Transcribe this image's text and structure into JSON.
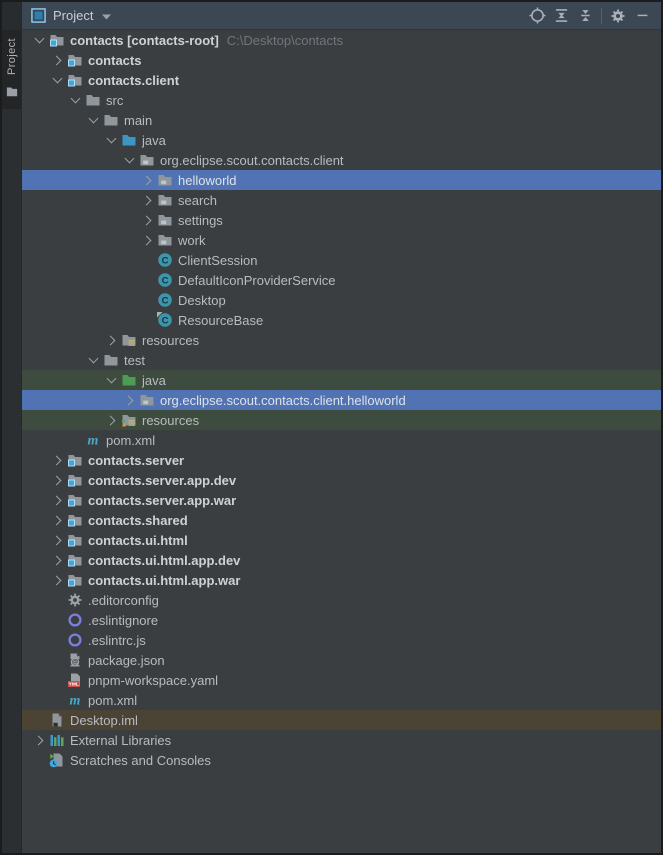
{
  "stripe": {
    "tab_label": "Project",
    "tab_icon": "stripe-folder-icon"
  },
  "header": {
    "title": "Project",
    "toolwindow_icon": "project-toolwindow-icon",
    "dropdown_icon": "dropdown-caret-icon",
    "actions": [
      {
        "name": "locate-icon"
      },
      {
        "name": "expand-all-icon"
      },
      {
        "name": "collapse-all-icon"
      },
      {
        "name": "separator"
      },
      {
        "name": "settings-gear-icon"
      },
      {
        "name": "hide-icon"
      }
    ]
  },
  "colors": {
    "header_bg": "#3c4754",
    "tree_bg": "#3b3e41",
    "stripe_bg": "#2c2f31",
    "selection_bg": "#5173b3",
    "test_row_bg": "#3e4b3f",
    "modified_row_bg": "#4b4435",
    "module_badge_blue": "#3fa7dc",
    "source_folder_blue": "#3d96c2",
    "test_folder_green": "#4e9b52",
    "class_icon_teal": "#3c95aa",
    "maven_teal": "#47a9c9",
    "eslint_purple": "#7b80dd",
    "yaml_badge_red": "#c8524f"
  },
  "tree": {
    "rows": [
      {
        "label": "contacts [contacts-root]",
        "annotation": "C:\\Desktop\\contacts",
        "level": 0,
        "icon": "module-folder-icon",
        "expand": "open",
        "bold": true
      },
      {
        "label": "contacts",
        "level": 1,
        "icon": "module-folder-icon",
        "expand": "closed",
        "bold": true
      },
      {
        "label": "contacts.client",
        "level": 1,
        "icon": "module-folder-icon",
        "expand": "open",
        "bold": true
      },
      {
        "label": "src",
        "level": 2,
        "icon": "folder-icon",
        "expand": "open"
      },
      {
        "label": "main",
        "level": 3,
        "icon": "folder-icon",
        "expand": "open"
      },
      {
        "label": "java",
        "level": 4,
        "icon": "source-root-folder-icon",
        "expand": "open"
      },
      {
        "label": "org.eclipse.scout.contacts.client",
        "level": 5,
        "icon": "package-icon",
        "expand": "open"
      },
      {
        "label": "helloworld",
        "level": 6,
        "icon": "package-icon",
        "expand": "closed",
        "highlight": "selected"
      },
      {
        "label": "search",
        "level": 6,
        "icon": "package-icon",
        "expand": "closed"
      },
      {
        "label": "settings",
        "level": 6,
        "icon": "package-icon",
        "expand": "closed"
      },
      {
        "label": "work",
        "level": 6,
        "icon": "package-icon",
        "expand": "closed"
      },
      {
        "label": "ClientSession",
        "level": 6,
        "icon": "class-icon"
      },
      {
        "label": "DefaultIconProviderService",
        "level": 6,
        "icon": "class-icon"
      },
      {
        "label": "Desktop",
        "level": 6,
        "icon": "class-icon"
      },
      {
        "label": "ResourceBase",
        "level": 6,
        "icon": "class-marked-icon"
      },
      {
        "label": "resources",
        "level": 4,
        "icon": "resources-folder-icon",
        "expand": "closed"
      },
      {
        "label": "test",
        "level": 3,
        "icon": "folder-icon",
        "expand": "open"
      },
      {
        "label": "java",
        "level": 4,
        "icon": "test-source-folder-icon",
        "expand": "open",
        "highlight": "test"
      },
      {
        "label": "org.eclipse.scout.contacts.client.helloworld",
        "level": 5,
        "icon": "package-icon",
        "expand": "closed",
        "highlight": "selected"
      },
      {
        "label": "resources",
        "level": 4,
        "icon": "test-resources-folder-icon",
        "expand": "closed",
        "highlight": "test"
      },
      {
        "label": "pom.xml",
        "level": 2,
        "icon": "maven-icon"
      },
      {
        "label": "contacts.server",
        "level": 1,
        "icon": "module-folder-icon",
        "expand": "closed",
        "bold": true
      },
      {
        "label": "contacts.server.app.dev",
        "level": 1,
        "icon": "module-folder-icon",
        "expand": "closed",
        "bold": true
      },
      {
        "label": "contacts.server.app.war",
        "level": 1,
        "icon": "module-folder-icon",
        "expand": "closed",
        "bold": true
      },
      {
        "label": "contacts.shared",
        "level": 1,
        "icon": "module-folder-icon",
        "expand": "closed",
        "bold": true
      },
      {
        "label": "contacts.ui.html",
        "level": 1,
        "icon": "module-folder-icon",
        "expand": "closed",
        "bold": true
      },
      {
        "label": "contacts.ui.html.app.dev",
        "level": 1,
        "icon": "module-folder-icon",
        "expand": "closed",
        "bold": true
      },
      {
        "label": "contacts.ui.html.app.war",
        "level": 1,
        "icon": "module-folder-icon",
        "expand": "closed",
        "bold": true
      },
      {
        "label": ".editorconfig",
        "level": 1,
        "icon": "editorconfig-gear-icon"
      },
      {
        "label": ".eslintignore",
        "level": 1,
        "icon": "eslint-icon"
      },
      {
        "label": ".eslintrc.js",
        "level": 1,
        "icon": "eslint-icon"
      },
      {
        "label": "package.json",
        "level": 1,
        "icon": "json-file-icon"
      },
      {
        "label": "pnpm-workspace.yaml",
        "level": 1,
        "icon": "yaml-file-icon"
      },
      {
        "label": "pom.xml",
        "level": 1,
        "icon": "maven-icon"
      },
      {
        "label": "Desktop.iml",
        "level": 0,
        "icon": "iml-file-icon",
        "highlight": "modified"
      },
      {
        "label": "External Libraries",
        "level": 0,
        "icon": "library-icon",
        "expand": "closed"
      },
      {
        "label": "Scratches and Consoles",
        "level": 0,
        "icon": "scratches-icon"
      }
    ]
  }
}
